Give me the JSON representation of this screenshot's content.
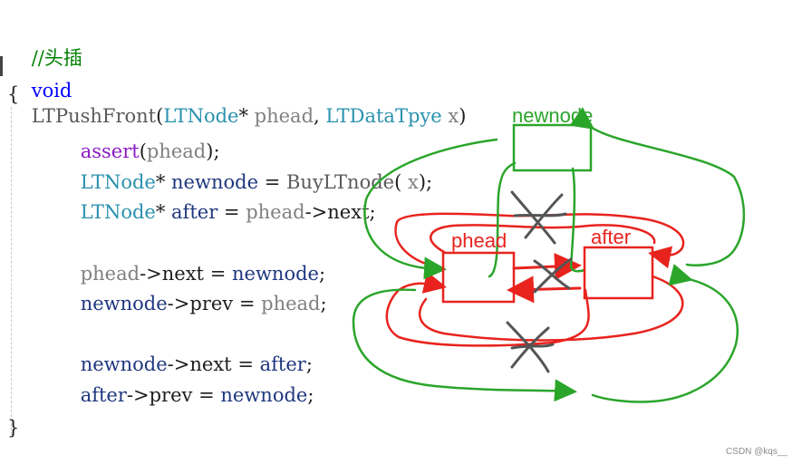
{
  "code": {
    "comment": "//头插",
    "signature": {
      "ret": "void",
      "name": "LTPushFront",
      "open": "(",
      "type1": "LTNode",
      "star1": "*",
      "param1": "phead",
      "comma": ",",
      "type2": "LTDataTpye",
      "param2": "x",
      "close": ")"
    },
    "open_brace": "{",
    "close_brace": "}",
    "line1": {
      "macro": "assert",
      "open": "(",
      "arg": "phead",
      "close": ");"
    },
    "line2": {
      "type": "LTNode",
      "star": "*",
      "var": "newnode",
      "eq": "=",
      "fn": "BuyLTnode",
      "open": "(",
      "arg": "x",
      "close": ");"
    },
    "line3": {
      "type": "LTNode",
      "star": "*",
      "var": "after",
      "eq": "=",
      "lhs": "phead",
      "arrow": "->",
      "member": "next",
      "semi": ";"
    },
    "line4": {
      "lhs": "phead",
      "arrow": "->",
      "member": "next",
      "eq": "=",
      "rhs": "newnode",
      "semi": ";"
    },
    "line5": {
      "lhs": "newnode",
      "arrow": "->",
      "member": "prev",
      "eq": "=",
      "rhs": "phead",
      "semi": ";"
    },
    "line6": {
      "lhs": "newnode",
      "arrow": "->",
      "member": "next",
      "eq": "=",
      "rhs": "after",
      "semi": ";"
    },
    "line7": {
      "lhs": "after",
      "arrow": "->",
      "member": "prev",
      "eq": "=",
      "rhs": "newnode",
      "semi": ";"
    }
  },
  "diagram": {
    "nodes": {
      "newnode": "newnode",
      "phead": "phead",
      "after": "after"
    },
    "colors": {
      "green": "#2aa52a",
      "red": "#e8231e",
      "gray": "#555555"
    }
  },
  "watermark": "CSDN @kqs__"
}
